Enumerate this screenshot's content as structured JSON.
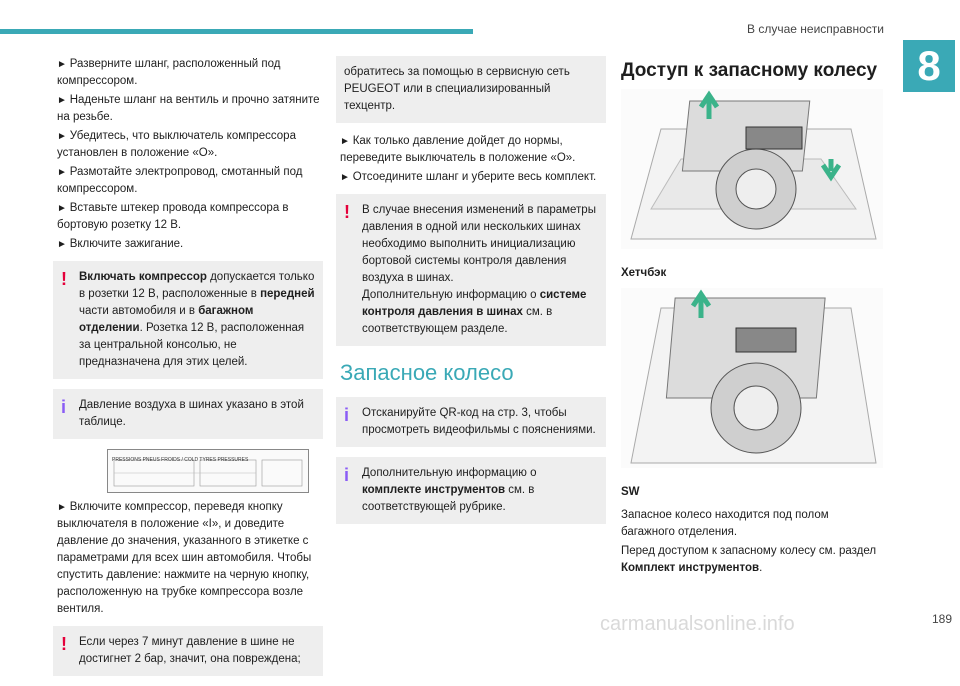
{
  "header": {
    "title": "В случае неисправности",
    "chapter": "8"
  },
  "col1": {
    "bullets": [
      "Разверните шланг, расположенный под компрессором.",
      "Наденьте шланг на вентиль и прочно затяните на резьбе.",
      "Убедитесь, что выключатель компрессора установлен в положение «O».",
      "Размотайте электропровод, смотанный под компрессором.",
      "Вставьте штекер провода компрессора в бортовую розетку 12 В.",
      "Включите зажигание."
    ],
    "warn1": {
      "b1": "Включать компрессор",
      "t1": " допускается только в розетки 12 В, расположенные в ",
      "b2": "передней",
      "t2": " части автомобиля и в ",
      "b3": "багажном отделении",
      "t3": ". Розетка 12 В, расположенная за центральной консолью, не предназначена для этих целей."
    },
    "info1": "Давление воздуха в шинах указано в этой таблице.",
    "plate_title": "PRESSIONS PNEUS FROIDS / COLD TYRES PRESSURES",
    "bullet2": "Включите компрессор, переведя кнопку выключателя в положение «I», и доведите давление до значения, указанного в этикетке с параметрами для всех шин автомобиля. Чтобы спустить давление: нажмите на черную кнопку, расположенную на трубке компрессора возле вентиля.",
    "warn2": "Если через 7 минут давление в шине не достигнет 2 бар, значит, она повреждена;"
  },
  "col2": {
    "cont": "обратитесь за помощью в сервисную сеть PEUGEOT или в специализированный техцентр.",
    "bullets": [
      "Как только давление дойдет до нормы, переведите выключатель в положение «O».",
      "Отсоедините шланг и уберите весь комплект."
    ],
    "warn": {
      "t1": "В случае внесения изменений в параметры давления в одной или нескольких шинах необходимо выполнить инициализацию бортовой системы контроля давления воздуха в шинах.",
      "t2": "Дополнительную информацию о ",
      "b1": "системе контроля давления в шинах",
      "t3": " см. в соответствующем разделе."
    },
    "section_title": "Запасное колесо",
    "info1": "Отсканируйте QR-код на стр. 3, чтобы просмотреть видеофильмы с пояснениями.",
    "info2": {
      "t1": "Дополнительную информацию о ",
      "b1": "комплекте инструментов",
      "t2": " см. в соответствующей рубрике."
    }
  },
  "col3": {
    "heading": "Доступ к запасному колесу",
    "label1": "Хетчбэк",
    "label2": "SW",
    "p1": "Запасное колесо находится под полом багажного отделения.",
    "p2a": "Перед доступом к запасному колесу см. раздел ",
    "p2b": "Комплект инструментов",
    "p2c": "."
  },
  "footer": {
    "page": "189",
    "watermark": "carmanualsonline.info"
  },
  "colors": {
    "accent": "#3aa9b6",
    "warning": "#e4003a",
    "info": "#8a5cf5",
    "arrow": "#3bb38a"
  }
}
